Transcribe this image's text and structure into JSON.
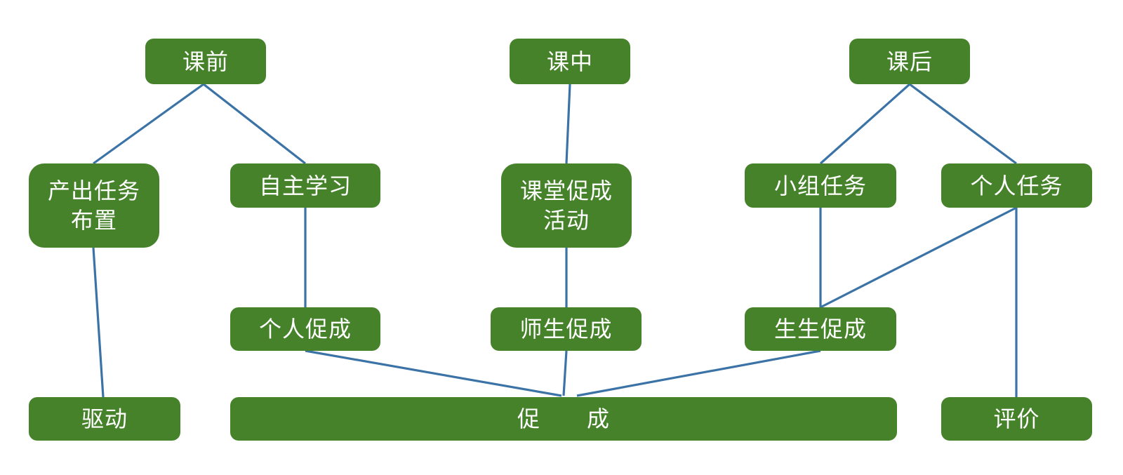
{
  "diagram": {
    "phases": {
      "before": "课前",
      "during": "课中",
      "after": "课后"
    },
    "activities": {
      "task_assignment": "产出任务\n布置",
      "self_study": "自主学习",
      "class_activity": "课堂促成\n活动",
      "group_task": "小组任务",
      "individual_task": "个人任务"
    },
    "facilitation": {
      "individual": "个人促成",
      "teacher_student": "师生促成",
      "peer": "生生促成"
    },
    "outcomes": {
      "drive": "驱动",
      "enable": "促　　成",
      "assess": "评价"
    },
    "colors": {
      "node_fill": "#45822a",
      "node_text": "#ffffff",
      "connector": "#3b73a6"
    }
  }
}
